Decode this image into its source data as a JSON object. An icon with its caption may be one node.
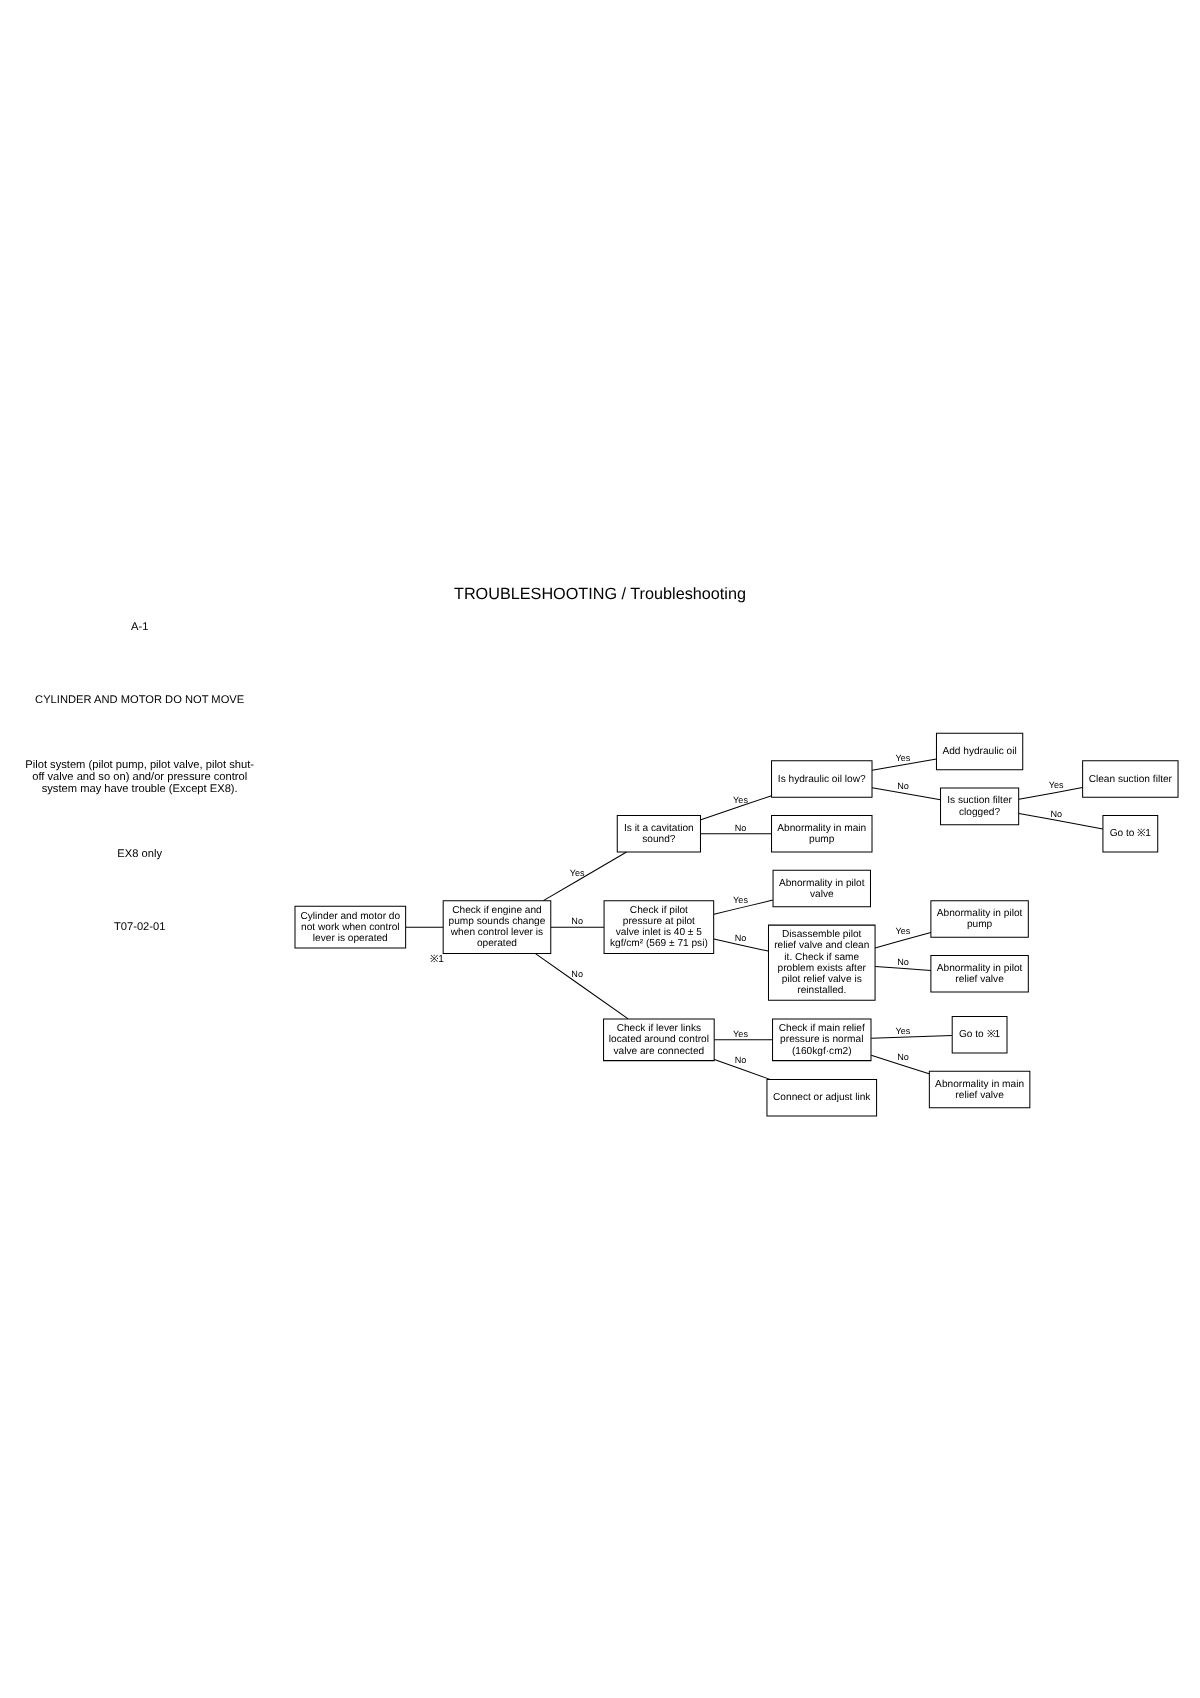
{
  "diagram": {
    "title": "TROUBLESHOOTING / Troubleshooting",
    "nodes": [
      {
        "text": [
          "Cylinder and motor do not work when control lever is operated"
        ]
      },
      {
        "text": [
          "Check if engine and pump sounds change when control lever is operated"
        ],
        "beside": [
          "※1"
        ]
      },
      {
        "text": [
          "Is it a cavitation sound?"
        ]
      },
      {
        "text": [
          "Is hydraulic oil low?"
        ]
      },
      {
        "text": [
          "Add hydraulic oil"
        ]
      },
      {
        "text": [
          "Is suction filter clogged?"
        ]
      },
      {
        "text": [
          "Clean suction filter"
        ]
      },
      {
        "text": [
          "Go to ※1"
        ]
      },
      {
        "text": [
          "Abnormality in main pump"
        ]
      },
      {
        "text": [
          "Check if pilot pressure at pilot valve inlet is 40 ± 5 kgf/cm² (569 ± 71 psi)"
        ]
      },
      {
        "text": [
          "Abnormality in pilot valve"
        ]
      },
      {
        "text": [
          "Disassemble pilot relief valve and clean it. Check if same problem exists after pilot relief valve is reinstalled."
        ]
      },
      {
        "text": [
          "Abnormality in pilot pump"
        ]
      },
      {
        "text": [
          "Abnormality in pilot relief valve"
        ]
      },
      {
        "text": [
          "Check if lever links located around control valve are connected"
        ]
      },
      {
        "text": [
          "Check if main relief pressure is normal (160kgf·cm2)"
        ]
      },
      {
        "text": [
          "Go to ※1"
        ]
      },
      {
        "text": [
          "Abnormality in main relief valve"
        ]
      },
      {
        "text": [
          "Connect or adjust link"
        ]
      }
    ],
    "edges": [
      {
        "from": 0,
        "to": 1,
        "arrow": "none"
      },
      {
        "from": 1,
        "to": 2,
        "arrow": "none",
        "label": "Yes"
      },
      {
        "from": 1,
        "to": 9,
        "arrow": "none",
        "label": "No"
      },
      {
        "from": 1,
        "to": 14,
        "arrow": "none",
        "label": "No"
      },
      {
        "from": 2,
        "to": 3,
        "arrow": "none",
        "label": "Yes"
      },
      {
        "from": 2,
        "to": 8,
        "arrow": "none",
        "label": "No"
      },
      {
        "from": 3,
        "to": 4,
        "arrow": "none",
        "label": "Yes"
      },
      {
        "from": 3,
        "to": 5,
        "arrow": "none",
        "label": "No"
      },
      {
        "from": 5,
        "to": 6,
        "arrow": "none",
        "label": "Yes"
      },
      {
        "from": 5,
        "to": 7,
        "arrow": "none",
        "label": "No"
      },
      {
        "from": 9,
        "to": 10,
        "arrow": "none",
        "label": "Yes"
      },
      {
        "from": 9,
        "to": 11,
        "arrow": "none",
        "label": "No"
      },
      {
        "from": 11,
        "to": 12,
        "arrow": "none",
        "label": "Yes"
      },
      {
        "from": 11,
        "to": 13,
        "arrow": "none",
        "label": "No"
      },
      {
        "from": 14,
        "to": 15,
        "arrow": "none",
        "label": "Yes"
      },
      {
        "from": 14,
        "to": 18,
        "arrow": "none",
        "label": "No"
      },
      {
        "from": 15,
        "to": 16,
        "arrow": "none",
        "label": "Yes"
      },
      {
        "from": 15,
        "to": 17,
        "arrow": "none",
        "label": "No"
      }
    ],
    "labels": [
      "A-1",
      "CYLINDER AND MOTOR DO NOT MOVE",
      "Pilot system (pilot pump, pilot valve, pilot shut-off valve and so on) and/or pressure control system may have trouble (Except EX8).",
      "EX8 only",
      "T07-02-01"
    ]
  }
}
